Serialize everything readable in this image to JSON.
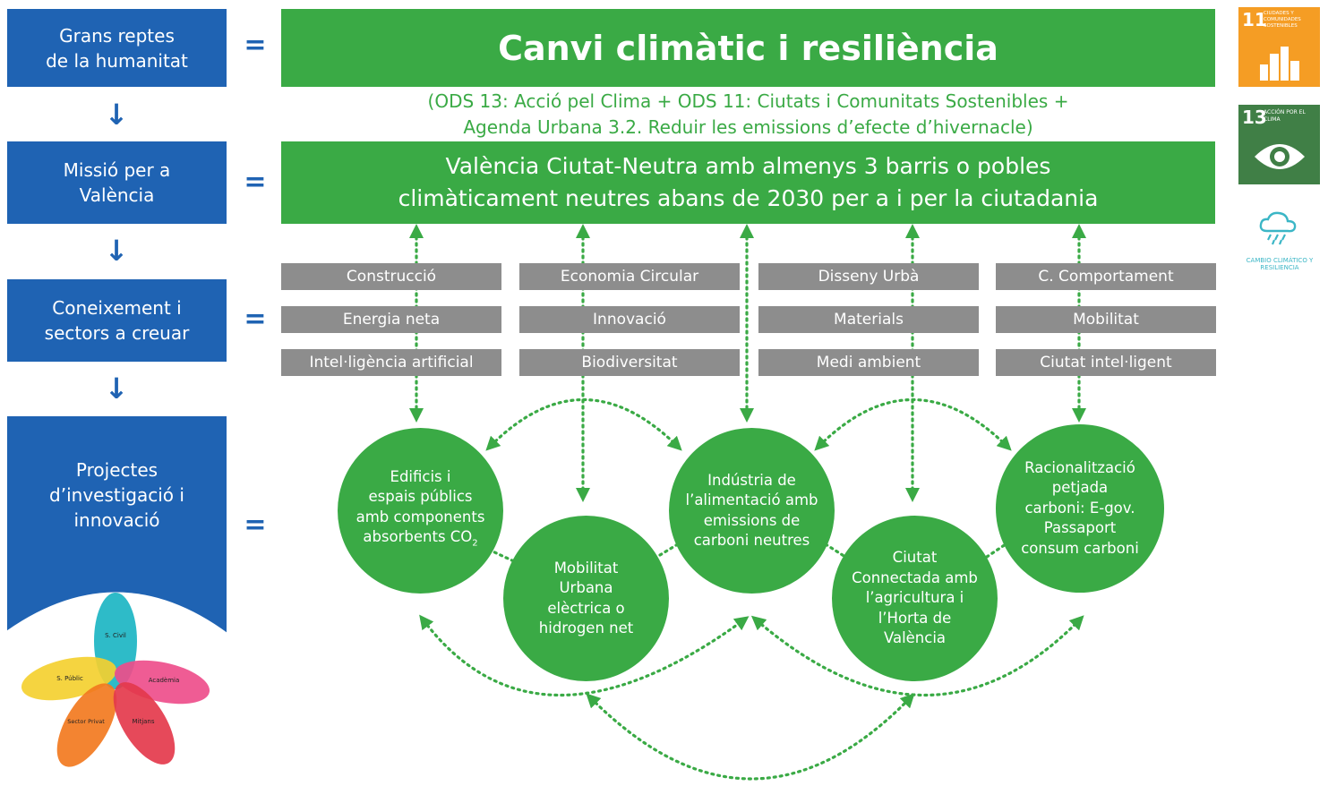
{
  "left_column": {
    "challenges": "Grans reptes\nde la humanitat",
    "mission": "Missió per a\nValència",
    "knowledge": "Coneixement i\nsectors a creuar",
    "projects": "Projectes\nd’investigació i\ninnovació"
  },
  "equals_sign": "=",
  "down_arrow": "↓",
  "challenge_title": "Canvi climàtic i resiliència",
  "challenge_subtitle_line1": "(ODS 13: Acció pel Clima + ODS 11: Ciutats i Comunitats Sostenibles +",
  "challenge_subtitle_line2": "Agenda Urbana 3.2. Reduir les emissions d’efecte d’hivernacle)",
  "mission_line1": "València Ciutat-Neutra amb almenys 3 barris o pobles",
  "mission_line2": "climàticament neutres abans de 2030 per a i per la ciutadania",
  "sectors": [
    [
      "Construcció",
      "Economia Circular",
      "Disseny Urbà",
      "C. Comportament"
    ],
    [
      "Energia neta",
      "Innovació",
      "Materials",
      "Mobilitat"
    ],
    [
      "Intel·ligència artificial",
      "Biodiversitat",
      "Medi ambient",
      "Ciutat intel·ligent"
    ]
  ],
  "projects": {
    "edificis": "Edificis i\nespais públics\namb components\nabsorbents CO",
    "edificis_sub": "2",
    "mobilitat": "Mobilitat\nUrbana\nelèctrica o\nhidrogen net",
    "industria": "Indústria de\nl’alimentació amb\nemissions de\ncarboni neutres",
    "ciutat": "Ciutat\nConnectada amb\nl’agricultura i\nl’Horta de\nValència",
    "racionalitzacio": "Racionalització\npetjada\ncarboni: E-gov.\nPassaport\nconsum carboni"
  },
  "sdg11": {
    "number": "11",
    "text": "CIUDADES Y COMUNIDADES SOSTENIBLES",
    "color": "#f59d24"
  },
  "sdg13": {
    "number": "13",
    "text": "ACCIÓN POR EL CLIMA",
    "color": "#407f46"
  },
  "climate_label": "CAMBIO CLIMÁTICO Y RESILIENCIA",
  "flower": {
    "civil": "S. Civil",
    "public": "S. Públic",
    "academia": "Acadèmia",
    "private": "Sector Privat",
    "media": "Mitjans"
  },
  "colors": {
    "blue": "#1f63b3",
    "green": "#3aaa45",
    "grey": "#8d8d8d",
    "petal_civil": "#1cb5c3",
    "petal_public": "#f4d030",
    "petal_academia": "#ee4e8b",
    "petal_private": "#f27a1f",
    "petal_media": "#e43a4c"
  }
}
